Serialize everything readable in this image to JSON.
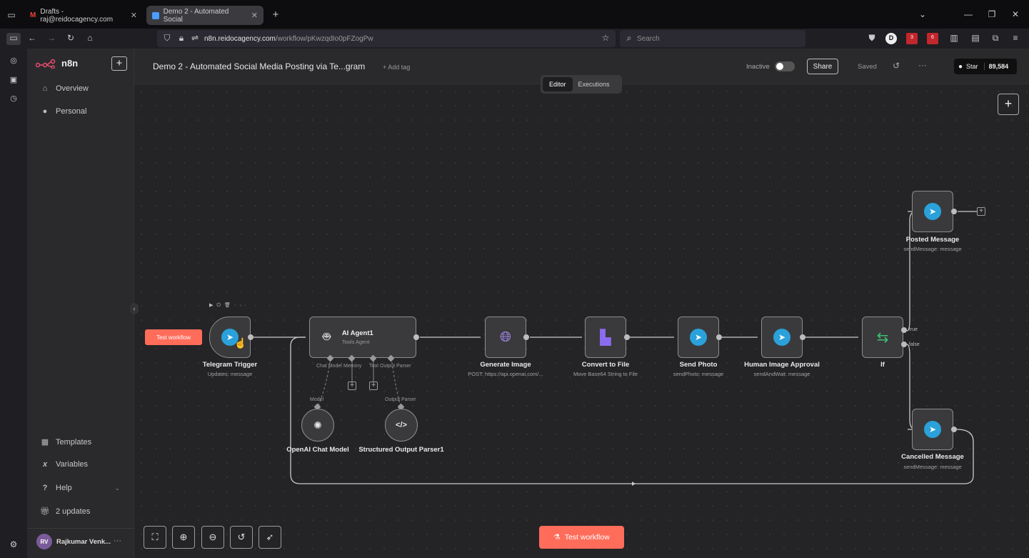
{
  "browser": {
    "tabs": [
      {
        "label": "Drafts - raj@reidocagency.com",
        "icon": "gmail-icon"
      },
      {
        "label": "Demo 2 - Automated Social",
        "icon": "n8n-tab-icon"
      }
    ],
    "new_tab": "+",
    "url_host": "n8n.reidocagency.com",
    "url_path": "/workflow/pKwzqdIo0pFZogPw",
    "search_placeholder": "Search",
    "ext_badges": [
      "3",
      "6"
    ]
  },
  "app": {
    "brand": "n8n",
    "workflow_title": "Demo 2 - Automated Social Media Posting via Te...gram",
    "add_tag": "+ Add tag",
    "status": "Inactive",
    "share": "Share",
    "saved": "Saved",
    "github_star": "Star",
    "github_count": "89,584",
    "tabs": [
      "Editor",
      "Executions"
    ]
  },
  "sidebar": {
    "items": [
      {
        "label": "Overview",
        "icon": "home-icon"
      },
      {
        "label": "Personal",
        "icon": "user-icon"
      }
    ],
    "bottom_items": [
      {
        "label": "Templates",
        "icon": "templates-icon"
      },
      {
        "label": "Variables",
        "icon": "variables-icon"
      },
      {
        "label": "Help",
        "icon": "help-icon"
      },
      {
        "label": "2 updates",
        "icon": "gift-icon"
      }
    ],
    "user_initials": "RV",
    "user_name": "Rajkumar Venk..."
  },
  "canvas": {
    "test_workflow_small": "Test workflow",
    "test_workflow_main": "Test workflow",
    "nodes": {
      "telegram_trigger": {
        "label": "Telegram Trigger",
        "sub": "Updates: message"
      },
      "ai_agent": {
        "label": "AI Agent1",
        "sub": "Tools Agent"
      },
      "generate_image": {
        "label": "Generate Image",
        "sub": "POST: https://api.openai.com/..."
      },
      "convert_to_file": {
        "label": "Convert to File",
        "sub": "Move Base64 String to File"
      },
      "send_photo": {
        "label": "Send Photo",
        "sub": "sendPhoto: message"
      },
      "human_approval": {
        "label": "Human Image Approval",
        "sub": "sendAndWait: message"
      },
      "if": {
        "label": "If",
        "true_label": "true",
        "false_label": "false"
      },
      "posted_message": {
        "label": "Posted Message",
        "sub": "sendMessage: message"
      },
      "cancelled_message": {
        "label": "Cancelled Message",
        "sub": "sendMessage: message"
      },
      "openai_model": {
        "label": "OpenAI Chat Model"
      },
      "output_parser": {
        "label": "Structured Output Parser1"
      }
    },
    "agent_ports": {
      "chat_model": "Chat Model",
      "memory": "Memory",
      "tool": "Tool",
      "output_parser": "Output Parser"
    },
    "sub_port_labels": {
      "model": "Model",
      "output_parser": "Output Parser"
    }
  }
}
